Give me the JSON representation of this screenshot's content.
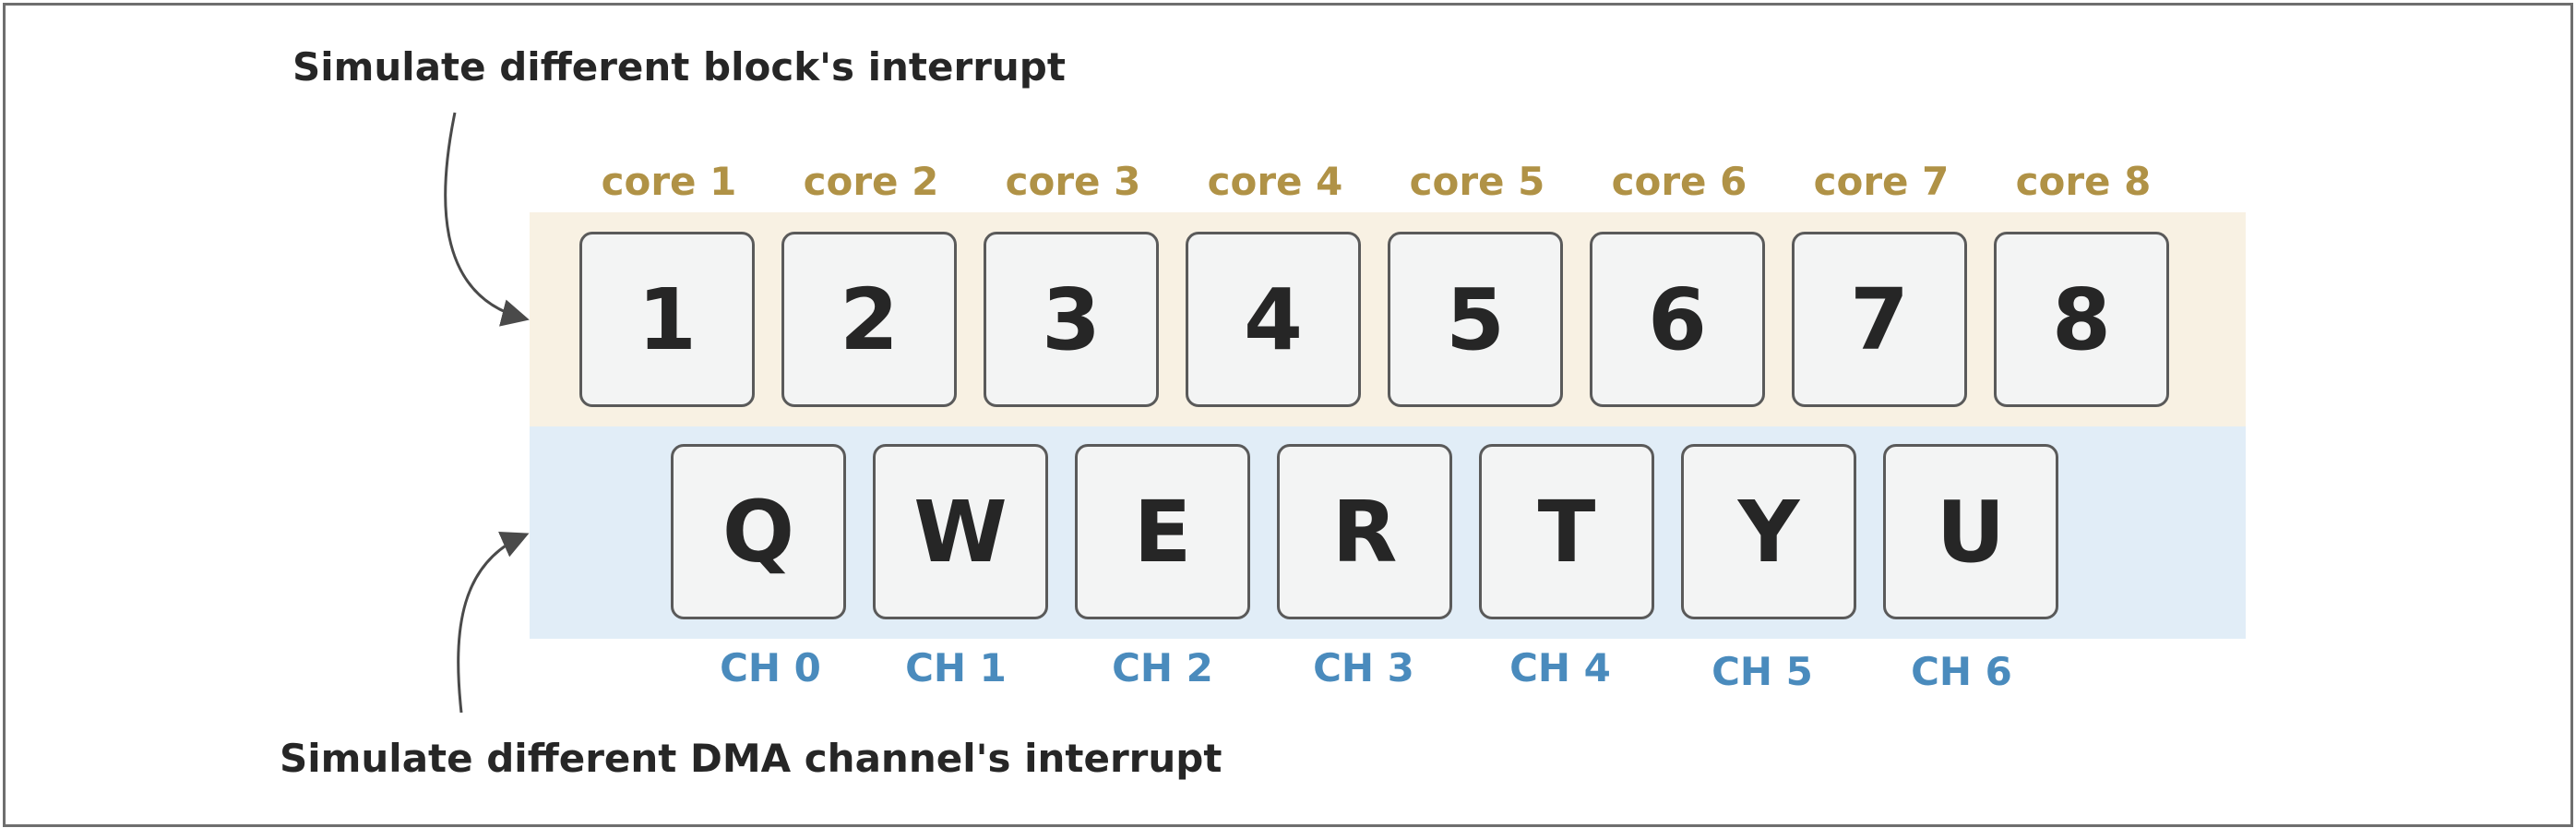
{
  "captions": {
    "top": "Simulate different block's interrupt",
    "bottom": "Simulate different DMA channel's interrupt"
  },
  "cores": [
    {
      "label": "core 1",
      "key": "1"
    },
    {
      "label": "core 2",
      "key": "2"
    },
    {
      "label": "core 3",
      "key": "3"
    },
    {
      "label": "core 4",
      "key": "4"
    },
    {
      "label": "core 5",
      "key": "5"
    },
    {
      "label": "core 6",
      "key": "6"
    },
    {
      "label": "core 7",
      "key": "7"
    },
    {
      "label": "core 8",
      "key": "8"
    }
  ],
  "channels": [
    {
      "label": "CH 0",
      "key": "Q"
    },
    {
      "label": "CH 1",
      "key": "W"
    },
    {
      "label": "CH 2",
      "key": "E"
    },
    {
      "label": "CH 3",
      "key": "R"
    },
    {
      "label": "CH 4",
      "key": "T"
    },
    {
      "label": "CH 5",
      "key": "Y"
    },
    {
      "label": "CH 6",
      "key": "U"
    }
  ],
  "colors": {
    "core_label": "#b09246",
    "channel_label": "#4a8bbd",
    "top_band": "#f8f1e3",
    "bottom_band": "#e1edf7"
  }
}
